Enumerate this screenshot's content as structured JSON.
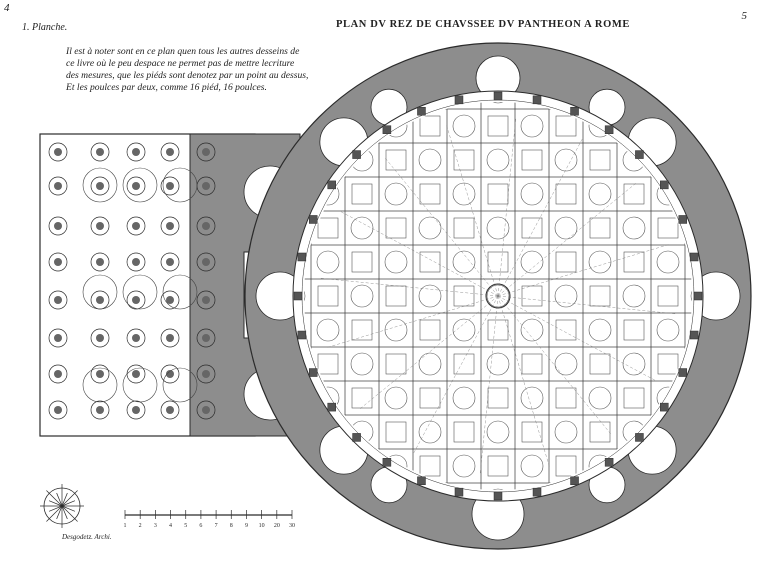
{
  "page": {
    "corner_left": "4",
    "corner_right": "5",
    "plate_label": "1. Planche.",
    "title": "PLAN DV REZ DE CHAVSSEE DV PANTHEON A ROME",
    "note_lines": [
      "Il est à noter sont en ce plan quen tous les autres desseins de",
      "ce livre où le peu despace ne permet pas de mettre lecriture",
      "des mesures, que les piéds sont denotez par un point au dessus,",
      "Et les poulces par deux, comme 16 piéd, 16 poulces."
    ],
    "engraver_signature": "Desgodetz. Archi."
  },
  "drawing": {
    "ink_color": "#2b2b2b",
    "wall_fill": "#8d8d8d",
    "paper_color": "#ffffff",
    "scale_ticks": [
      "1",
      "2",
      "3",
      "4",
      "5",
      "6",
      "7",
      "8",
      "9",
      "10",
      "20",
      "30"
    ],
    "icons": [
      "compass-rose-icon",
      "scale-bar"
    ]
  }
}
